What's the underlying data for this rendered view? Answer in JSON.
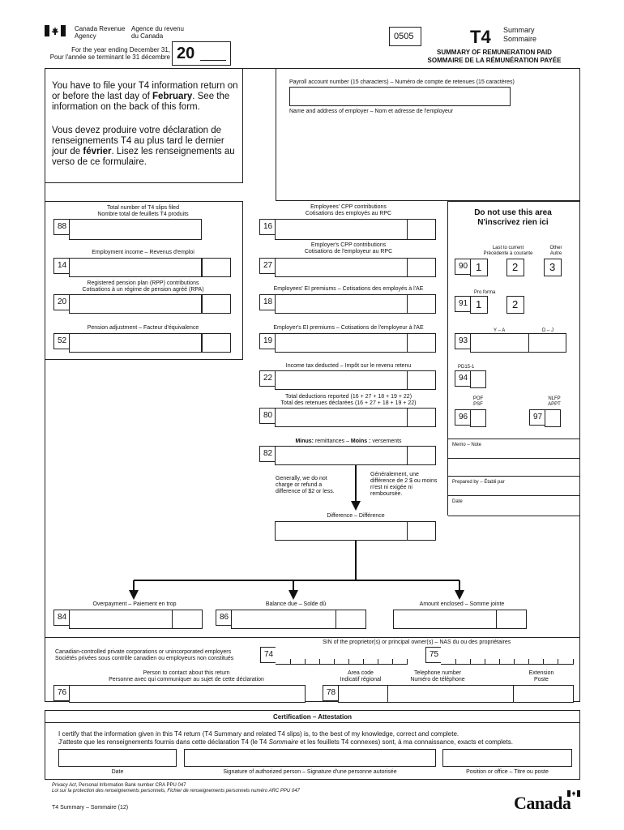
{
  "header": {
    "agency_en": "Canada Revenue\nAgency",
    "agency_fr": "Agence du revenu\ndu Canada",
    "form_code": "0505",
    "form_name": "T4",
    "summary_en": "Summary",
    "summary_fr": "Sommaire",
    "title_en": "SUMMARY OF REMUNERATION PAID",
    "title_fr": "SOMMAIRE DE LA RÉMUNÉRATION PAYÉE",
    "year_label_en": "For the year ending December 31,",
    "year_label_fr": "Pour l'année se terminant le 31 décembre",
    "year_prefix": "20"
  },
  "notice": {
    "en_1": "You have to file your T4 information return on or before the last day of ",
    "en_bold": "February",
    "en_2": ". See the information on the back of this form.",
    "fr_1": "Vous devez produire votre déclaration de renseignements T4 au plus tard le dernier jour de ",
    "fr_bold": "février",
    "fr_2": ". Lisez les renseignements au verso de ce formulaire."
  },
  "employer": {
    "payroll_label": "Payroll account number (15 characters) – Numéro de compte de retenues (15 caractères)",
    "name_address_label": "Name and address of employer – Nom et adresse de l'employeur"
  },
  "left_fields": [
    {
      "code": "88",
      "label": "Total number of T4 slips filed\nNombre total de feuillets T4 produits"
    },
    {
      "code": "14",
      "label": "Employment income – Revenus d'emploi"
    },
    {
      "code": "20",
      "label": "Registered pension plan (RPP) contributions\nCotisations à un régime de pension agréé (RPA)"
    },
    {
      "code": "52",
      "label": "Pension adjustment – Facteur d'équivalence"
    }
  ],
  "mid_fields": [
    {
      "code": "16",
      "label": "Employees' CPP contributions\nCotisations des employés au RPC"
    },
    {
      "code": "27",
      "label": "Employer's CPP contributions\nCotisations de l'employeur au RPC"
    },
    {
      "code": "18",
      "label": "Employees' EI premiums – Cotisations des employés à l'AE"
    },
    {
      "code": "19",
      "label": "Employer's EI premiums – Cotisations de l'employeur à l'AE"
    },
    {
      "code": "22",
      "label": "Income tax deducted – Impôt sur le revenu retenu"
    },
    {
      "code": "80",
      "label": "Total deductions reported  (16 + 27 + 18 + 19 + 22)\nTotal des retenues déclarées (16 + 27 + 18 + 19 + 22)"
    },
    {
      "code": "82",
      "label_bold_1": "Minus:",
      "label_1": " remittances – ",
      "label_bold_2": "Moins :",
      "label_2": " versements"
    }
  ],
  "note_en": "Generally, we do not charge or refund a difference of $2 or less.",
  "note_fr": "Généralement, une différence de 2 $ ou moins n'est ni exigée ni remboursée.",
  "difference_label": "Difference – Différence",
  "bottom_fields": [
    {
      "code": "84",
      "label": "Overpayment – Paiement en trop"
    },
    {
      "code": "86",
      "label": "Balance due – Solde dû"
    },
    {
      "code": "",
      "label": "Amount enclosed – Somme jointe"
    }
  ],
  "office": {
    "title": "Do not use this area\nN'inscrivez rien ici",
    "f90_label": "Last to current\nPrécédente à courante",
    "f90_other": "Other\nAutre",
    "f90": {
      "code": "90",
      "opts": [
        "1",
        "2",
        "3"
      ]
    },
    "f91_label": "Pro forma",
    "f91": {
      "code": "91",
      "opts": [
        "1",
        "2"
      ]
    },
    "ya": "Y – A",
    "dj": "D – J",
    "f93": "93",
    "pd": "PD15-1",
    "f94": "94",
    "pof": "POF\nPSF",
    "nlfp": "NLFP\nAPPT",
    "f96": "96",
    "f97": "97",
    "memo": "Memo – Note",
    "prepared": "Prepared by – Établi par",
    "date": "Date"
  },
  "sin": {
    "header": "SIN of the proprietor(s) or principal owner(s) – NAS du ou des propriétaires",
    "ccpc": "Canadian-controlled private corporations or unincorporated employers\nSociétés privées sous contrôle canadien ou employeurs non constitués",
    "c74": "74",
    "c75": "75"
  },
  "contact": {
    "person_label": "Person to contact about this return\nPersonne avec qui communiquer au sujet de cette déclaration",
    "area_label": "Area code\nIndicatif régional",
    "phone_label": "Telephone number\nNuméro de téléphone",
    "ext_label": "Extension\nPoste",
    "c76": "76",
    "c78": "78"
  },
  "certification": {
    "title": "Certification – Attestation",
    "en": "I certify that the information given in this T4 return (T4 Summary and related T4 slips) is, to the best of my knowledge, correct and complete.",
    "fr_1": "J'atteste que les renseignements fournis dans cette déclaration T4 (le T4 ",
    "fr_italic": "Sommaire",
    "fr_2": " et les feuillets T4 connexes) sont, à ma connaissance, exacts et complets.",
    "date_label": "Date",
    "signature_label": "Signature of authorized person – Signature d'une personne autorisée",
    "position_label": "Position or office – Titre ou poste"
  },
  "footer": {
    "privacy_en_italic": "Privacy Act",
    "privacy_en": ", Personal Information Bank number CRA PPU 047",
    "privacy_fr": "Loi sur la protection des renseignements personnels, Fichier de renseignements personnels numéro ARC PPU 047",
    "form_id": "T4 Summary – Sommaire (12)",
    "wordmark": "Canada"
  }
}
